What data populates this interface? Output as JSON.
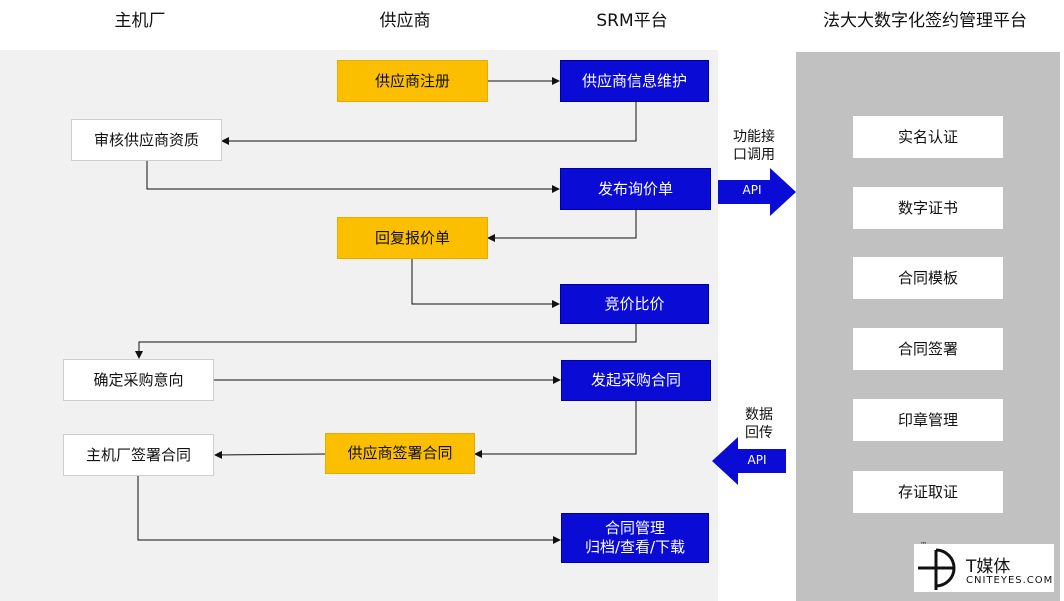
{
  "headers": {
    "oem": "主机厂",
    "supplier": "供应商",
    "srm": "SRM平台",
    "fadada": "法大大数字化签约管理平台"
  },
  "nodes": {
    "supplier_register": "供应商注册",
    "supplier_info": "供应商信息维护",
    "review_qualification": "审核供应商资质",
    "publish_rfq": "发布询价单",
    "reply_quote": "回复报价单",
    "bidding": "竞价比价",
    "confirm_intent": "确定采购意向",
    "initiate_contract": "发起采购合同",
    "oem_sign": "主机厂签署合同",
    "supplier_sign": "供应商签署合同",
    "contract_mgmt_line1": "合同管理",
    "contract_mgmt_line2": "归档/查看/下载"
  },
  "api": {
    "call_note_line1": "功能接",
    "call_note_line2": "口调用",
    "return_note_line1": "数据",
    "return_note_line2": "回传",
    "label": "API"
  },
  "services": [
    "实名认证",
    "数字证书",
    "合同模板",
    "合同签署",
    "印章管理",
    "存证取证"
  ],
  "logo": {
    "name": "T媒体",
    "sub": "CNITEYES.COM",
    "mark": "™"
  },
  "colors": {
    "blue": "#0b0bd6",
    "yellow": "#fcbf00",
    "panel_light": "#f1f1f1",
    "panel_dark": "#c1c1c1"
  }
}
